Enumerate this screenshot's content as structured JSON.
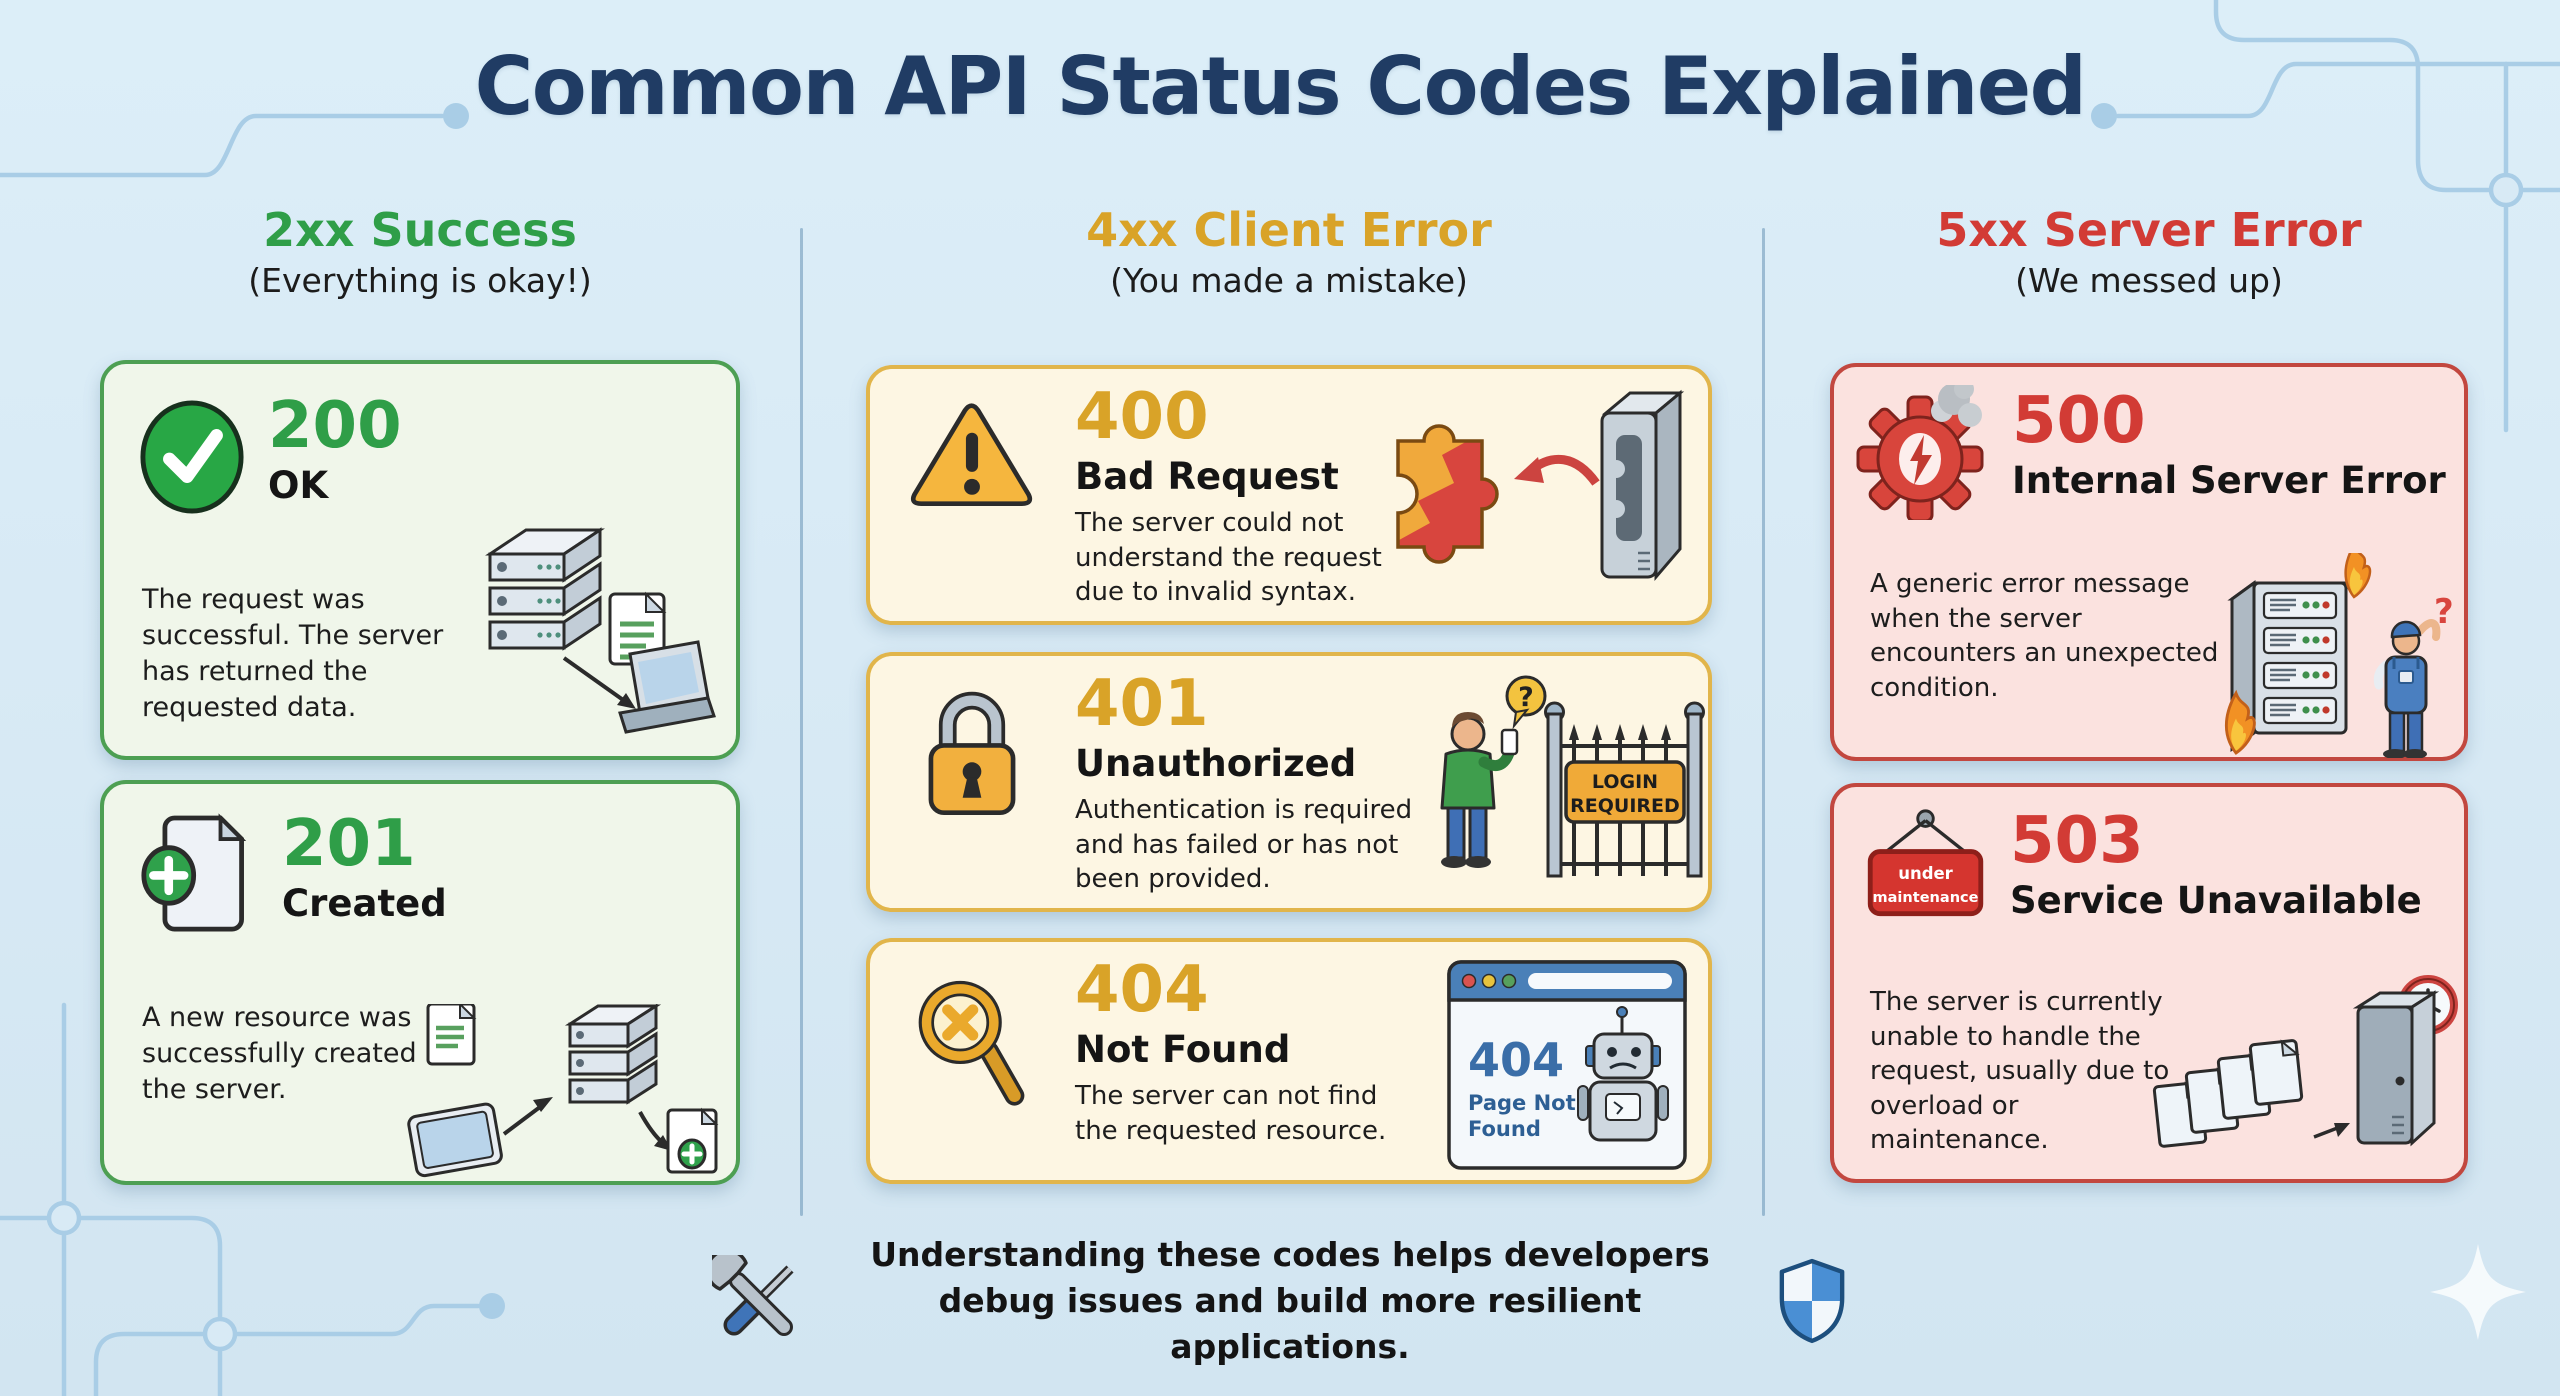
{
  "title": "Common API Status Codes Explained",
  "columns": [
    {
      "id": "2xx",
      "header": "2xx Success",
      "subtitle": "(Everything is okay!)",
      "accent": "#2f9e48"
    },
    {
      "id": "4xx",
      "header": "4xx Client Error",
      "subtitle": "(You made a mistake)",
      "accent": "#d9a328"
    },
    {
      "id": "5xx",
      "header": "5xx Server Error",
      "subtitle": "(We messed up)",
      "accent": "#d23b35"
    }
  ],
  "cards": [
    {
      "code": "200",
      "title": "OK",
      "description": "The request was successful. The server has returned the requested data.",
      "group": "2xx",
      "icon": "check-circle-icon"
    },
    {
      "code": "201",
      "title": "Created",
      "description": "A new resource was successfully created on the server.",
      "group": "2xx",
      "icon": "document-plus-icon"
    },
    {
      "code": "400",
      "title": "Bad Request",
      "description": "The server could not understand the request due to invalid syntax.",
      "group": "4xx",
      "icon": "warning-triangle-icon"
    },
    {
      "code": "401",
      "title": "Unauthorized",
      "description": "Authentication is required and has failed or has not been provided.",
      "group": "4xx",
      "icon": "padlock-icon"
    },
    {
      "code": "404",
      "title": "Not Found",
      "description": "The server can not find the requested resource.",
      "group": "4xx",
      "icon": "magnifier-x-icon"
    },
    {
      "code": "500",
      "title": "Internal Server Error",
      "description": "A generic error message when the server encounters an unexpected condition.",
      "group": "5xx",
      "icon": "broken-gear-icon"
    },
    {
      "code": "503",
      "title": "Service Unavailable",
      "description": "The server is currently unable to handle the request, usually due to overload or maintenance.",
      "group": "5xx",
      "icon": "maintenance-sign-icon"
    }
  ],
  "labels": {
    "login_sign": {
      "line1": "LOGIN",
      "line2": "REQUIRED"
    },
    "browser_error": {
      "code": "404",
      "line1": "Page Not",
      "line2": "Found"
    },
    "maintenance_sign": {
      "line1": "under",
      "line2": "maintenance"
    },
    "question_mark": "?"
  },
  "footer": {
    "text": "Understanding these codes helps developers debug issues and build more resilient applications."
  },
  "colors": {
    "background": "#d9eaf5",
    "title_navy": "#203c64",
    "green_accent": "#2f9e48",
    "green_border": "#4d9f53",
    "green_card_bg": "#f0f6ea",
    "gold_accent": "#d9a328",
    "gold_border": "#e1b54b",
    "gold_card_bg": "#fdf6e3",
    "red_accent": "#d23b35",
    "red_border": "#c2473f",
    "red_card_bg": "#fbe2df",
    "text_dark": "#1b1b1b",
    "circuit_blue": "#a9cde6"
  }
}
